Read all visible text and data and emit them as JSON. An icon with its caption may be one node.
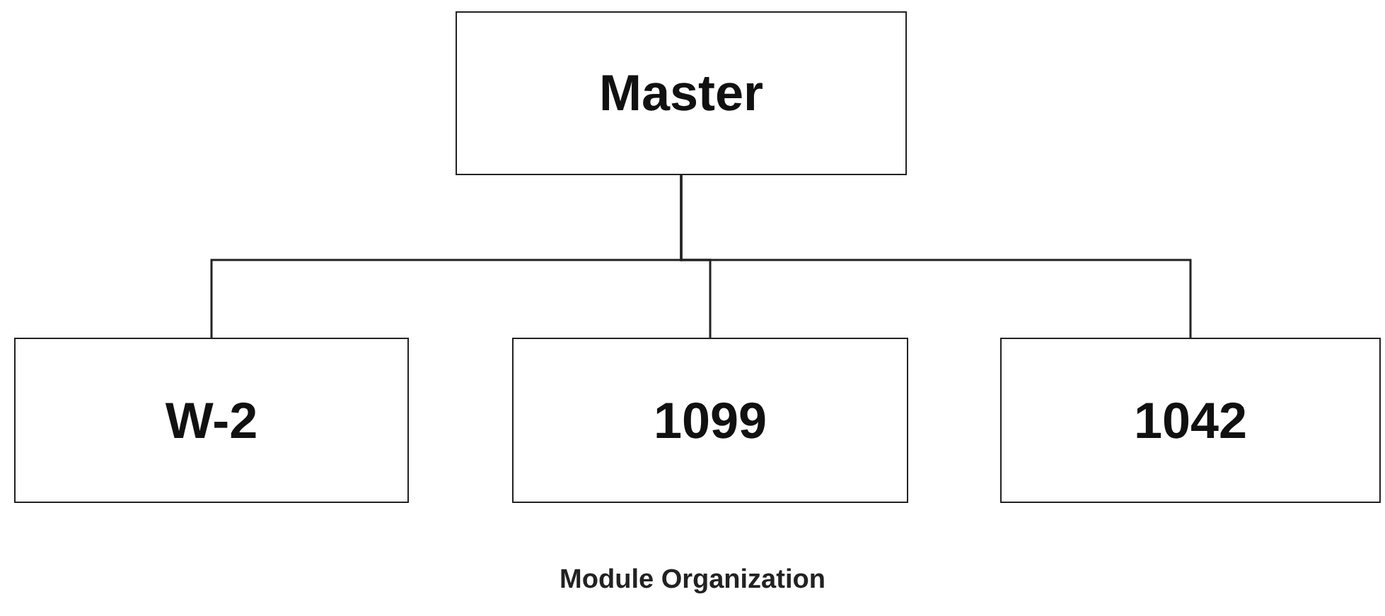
{
  "diagram": {
    "caption": "Module Organization",
    "nodes": [
      {
        "text": [
          "Master"
        ]
      },
      {
        "text": [
          "W-2"
        ]
      },
      {
        "text": [
          "1099"
        ]
      },
      {
        "text": [
          "1042"
        ]
      }
    ],
    "edges": [
      {
        "from": 0,
        "to": 1,
        "arrow": "none"
      },
      {
        "from": 0,
        "to": 2,
        "arrow": "none"
      },
      {
        "from": 0,
        "to": 3,
        "arrow": "none"
      }
    ]
  }
}
